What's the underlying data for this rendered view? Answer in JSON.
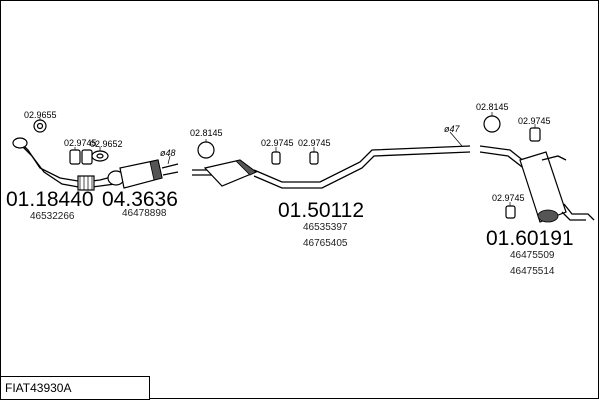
{
  "diagram_code": "FIAT43930A",
  "diameters": {
    "d48": "ø48",
    "d47": "ø47"
  },
  "assemblies": [
    {
      "id": "front-pipe",
      "number": "01.18440",
      "oem": [
        "46532266"
      ]
    },
    {
      "id": "catalytic",
      "number": "04.3636",
      "oem": [
        "46478898"
      ]
    },
    {
      "id": "middle",
      "number": "01.50112",
      "oem": [
        "46535397",
        "46765405"
      ]
    },
    {
      "id": "rear",
      "number": "01.60191",
      "oem": [
        "46475509",
        "46475514"
      ]
    }
  ],
  "small_parts": {
    "p1": "02.9655",
    "p2": "02.9745",
    "p3": "02.9652",
    "p4": "02.8145",
    "p5": "02.9745",
    "p6": "02.9745",
    "p7": "02.8145",
    "p8": "02.9745",
    "p9": "02.9745"
  }
}
